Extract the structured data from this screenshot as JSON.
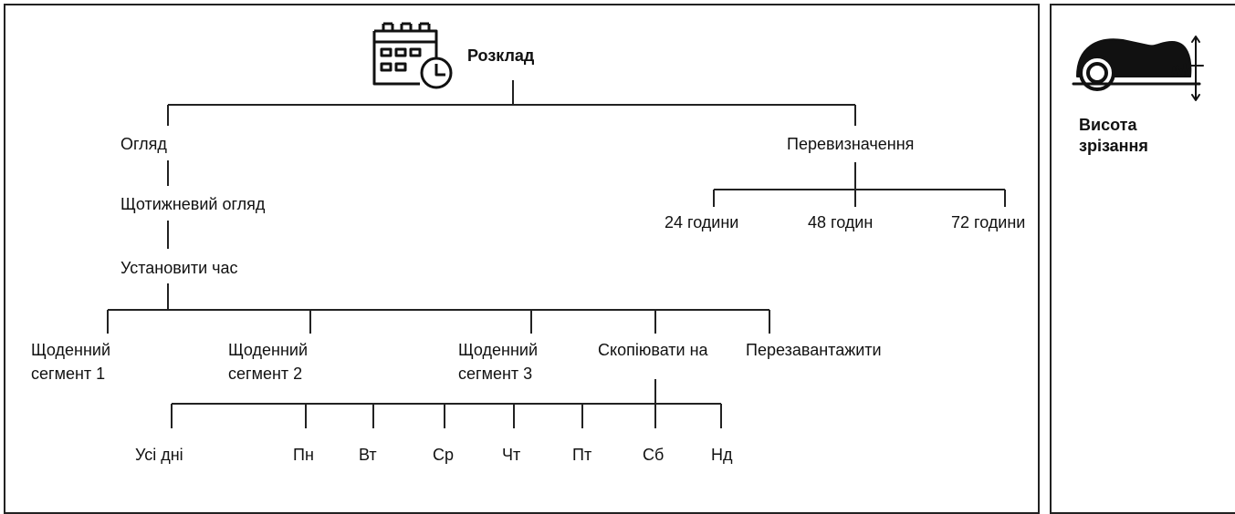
{
  "diagram": {
    "root": {
      "label": "Розклад",
      "icon": "calendar-clock-icon"
    },
    "branches": {
      "overview": "Огляд",
      "weekly_overview": "Щотижневий огляд",
      "set_time": "Установити час",
      "override": "Перевизначення",
      "override_options": [
        "24 години",
        "48 годин",
        "72 години"
      ],
      "set_time_options": {
        "segment1_line1": "Щоденний",
        "segment1_line2": "сегмент 1",
        "segment2_line1": "Щоденний",
        "segment2_line2": "сегмент 2",
        "segment3_line1": "Щоденний",
        "segment3_line2": "сегмент 3",
        "copy_to": "Скопіювати на",
        "reset": "Перезавантажити"
      },
      "days": [
        "Усі дні",
        "Пн",
        "Вт",
        "Ср",
        "Чт",
        "Пт",
        "Сб",
        "Нд"
      ]
    }
  },
  "side_panel": {
    "icon": "mower-cutting-height-icon",
    "label_line1": "Висота",
    "label_line2": "зрізання"
  }
}
